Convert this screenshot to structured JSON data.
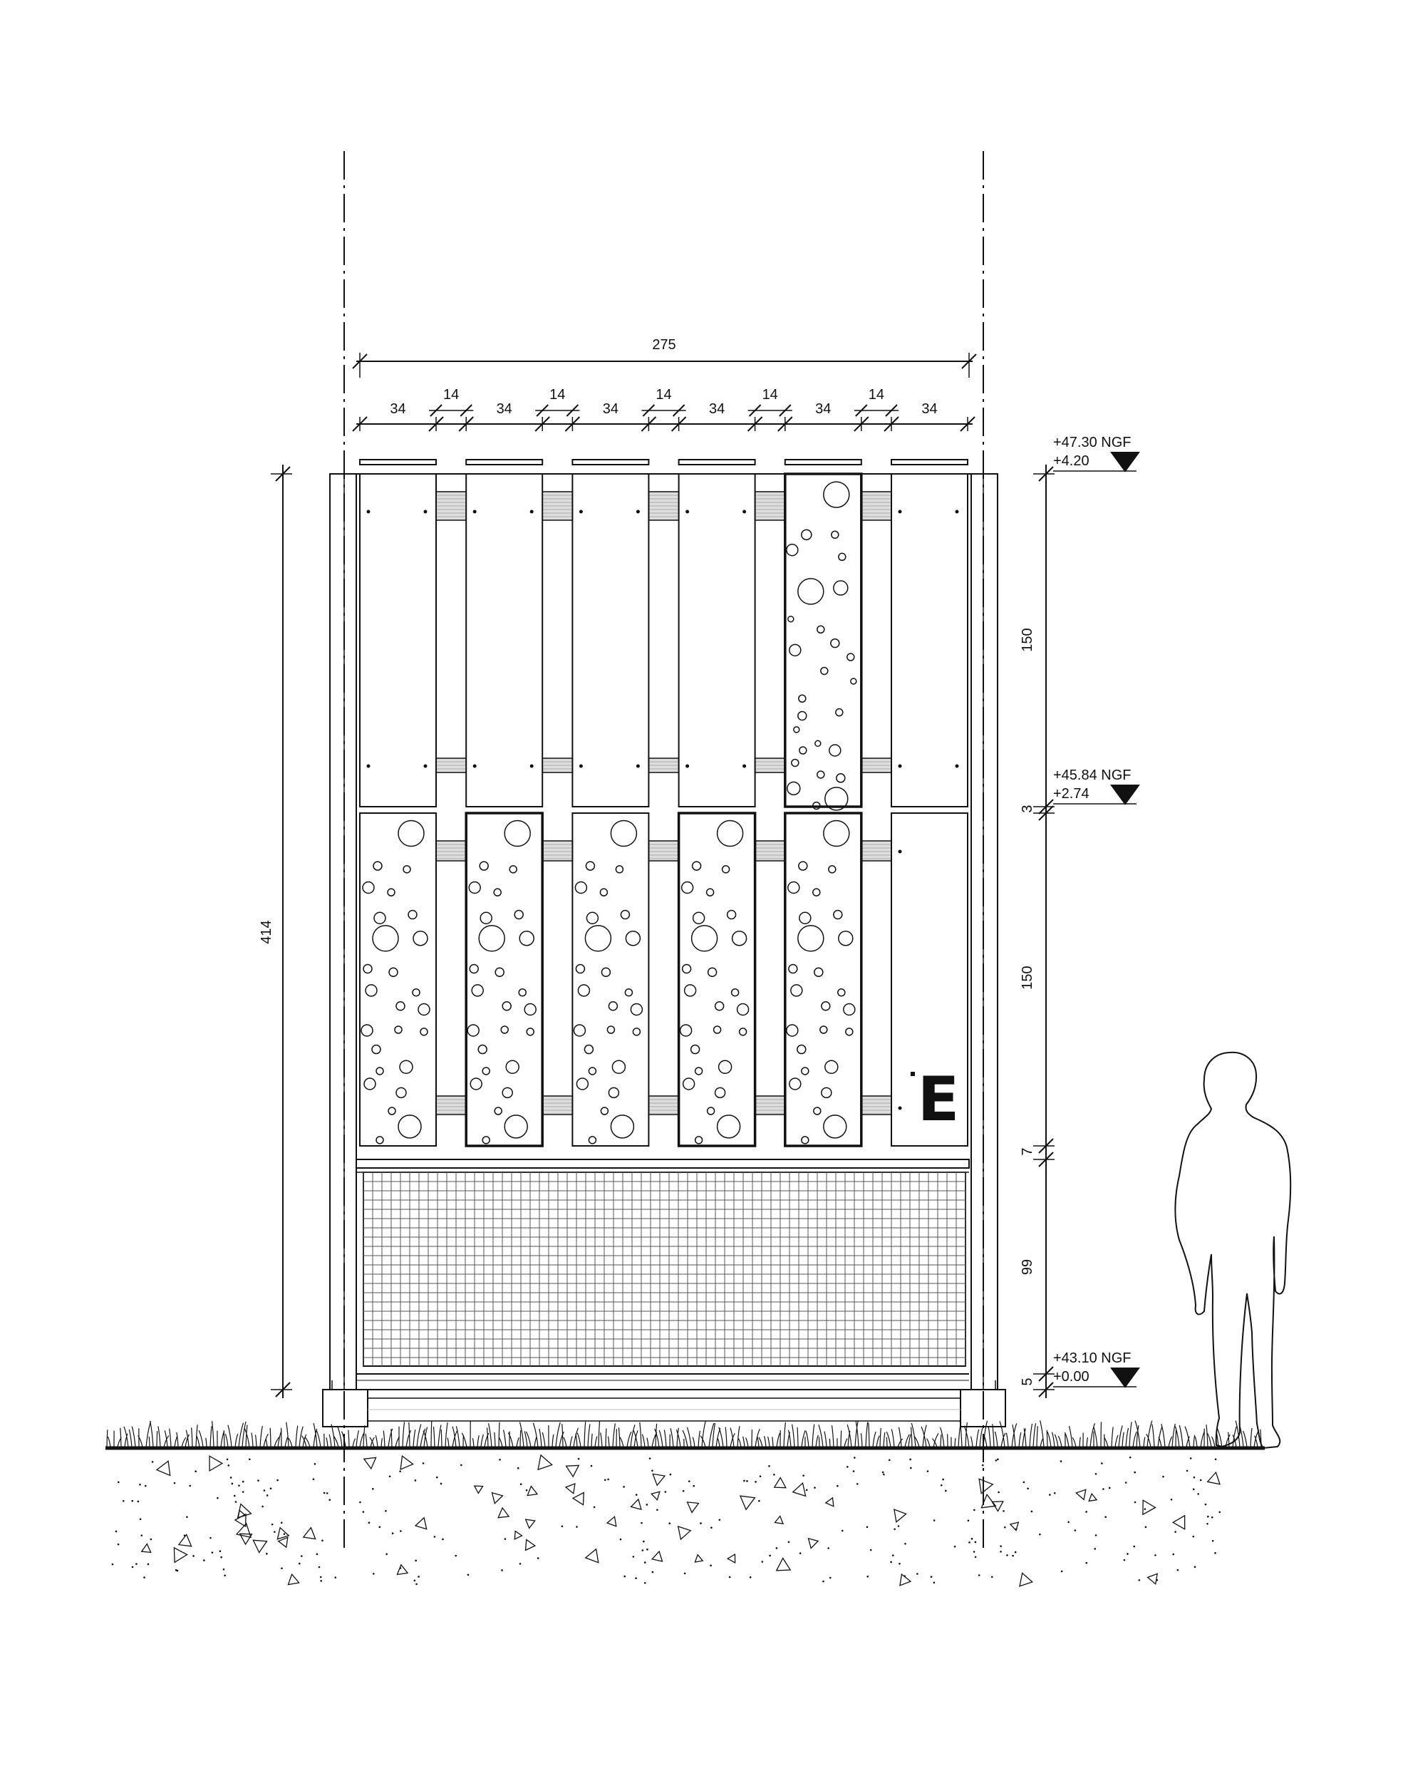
{
  "dimensions": {
    "overall_width": "275",
    "panel_width": "34",
    "gap_width": "14",
    "overall_height": "414",
    "upper_band": "150",
    "joint": "3",
    "lower_band": "150",
    "rail": "7",
    "mesh_height": "99",
    "base": "5"
  },
  "levels": [
    {
      "ngf": "+47.30 NGF",
      "rel": "+4.20"
    },
    {
      "ngf": "+45.84 NGF",
      "rel": "+2.74"
    },
    {
      "ngf": "+43.10 NGF",
      "rel": "+0.00"
    }
  ],
  "panel_letter": "E",
  "colors": {
    "line": "#111111",
    "mesh": "#555555",
    "rail": "#dddddd"
  }
}
